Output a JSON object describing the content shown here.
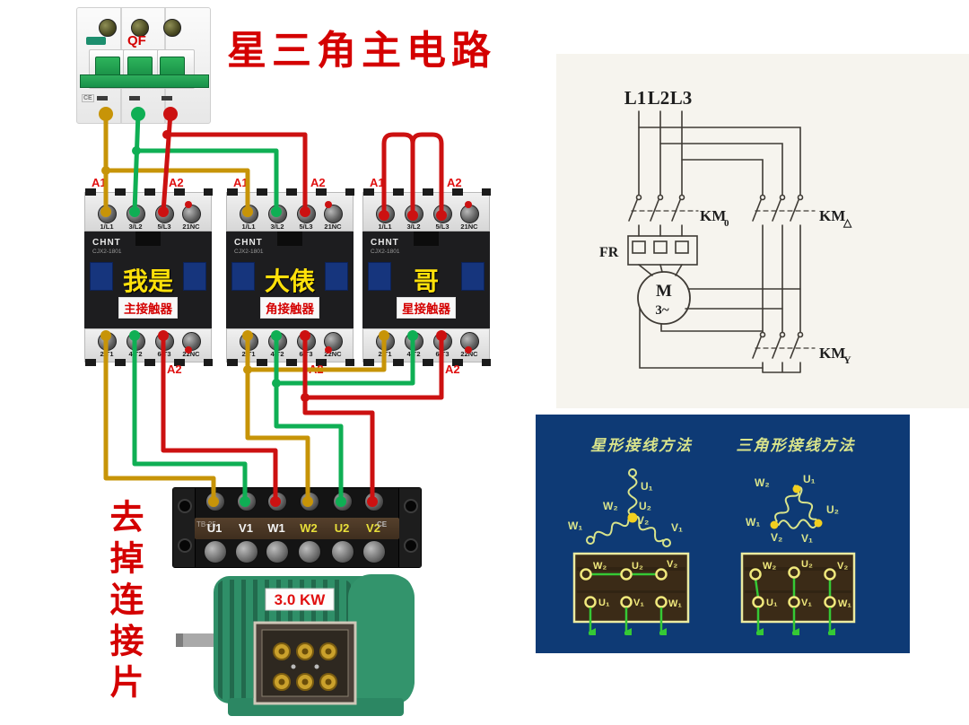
{
  "title": "星三角主电路",
  "side_note": "去掉连接片",
  "breaker": {
    "label": "QF",
    "ce_mark": "CE"
  },
  "contactors": [
    {
      "brand": "CHNT",
      "model": "CJX2-1801",
      "nickname": "我是",
      "role": "主接触器",
      "a1": "A1",
      "a2": "A2",
      "top_terminals": [
        "1/L1",
        "3/L2",
        "5/L3",
        "21NC"
      ],
      "bottom_terminals": [
        "2/T1",
        "4/T2",
        "6/T3",
        "22NC"
      ]
    },
    {
      "brand": "CHNT",
      "model": "CJX2-1801",
      "nickname": "大俵",
      "role": "角接触器",
      "a1": "A1",
      "a2": "A2",
      "top_terminals": [
        "1/L1",
        "3/L2",
        "5/L3",
        "21NC"
      ],
      "bottom_terminals": [
        "2/T1",
        "4/T2",
        "6/T3",
        "22NC"
      ]
    },
    {
      "brand": "CHNT",
      "model": "CJX2-1801",
      "nickname": "哥",
      "role": "星接触器",
      "a1": "A1",
      "a2": "A2",
      "top_terminals": [
        "1/L1",
        "3/L2",
        "5/L3",
        "21NC"
      ],
      "bottom_terminals": [
        "2/T1",
        "4/T2",
        "6/T3",
        "22NC"
      ]
    }
  ],
  "terminal_block": {
    "model": "TB-25",
    "ce_mark": "CE",
    "labels": [
      "U1",
      "V1",
      "W1",
      "W2",
      "U2",
      "V2"
    ]
  },
  "motor": {
    "power_label": "3.0 KW"
  },
  "schematic": {
    "phases": [
      "L1",
      "L2",
      "L3"
    ],
    "fr_label": "FR",
    "motor_label": "M",
    "motor_type": "3~",
    "km_main_base": "KM",
    "km_main_sub": "0",
    "km_delta_base": "KM",
    "km_delta_sub": "△",
    "km_star_base": "KM",
    "km_star_sub": "Y"
  },
  "panel": {
    "star_title": "星形接线方法",
    "delta_title": "三角形接线方法",
    "winding_labels": {
      "u1": "U₁",
      "u2": "U₂",
      "v1": "V₁",
      "v2": "V₂",
      "w1": "W₁",
      "w2": "W₂"
    },
    "board_labels": {
      "top": [
        "W₂",
        "U₂",
        "V₂"
      ],
      "bottom": [
        "U₁",
        "V₁",
        "W₁"
      ]
    }
  },
  "colors": {
    "wire_yellow": "#C79408",
    "wire_green": "#0FAF54",
    "wire_red": "#CC1111",
    "title_red": "#D40000",
    "panel_blue": "#0E3A75",
    "schematic_ink": "#3F3B35",
    "panel_text": "#D9E48B",
    "panel_green": "#35C935",
    "panel_dot": "#F2CF1F"
  }
}
